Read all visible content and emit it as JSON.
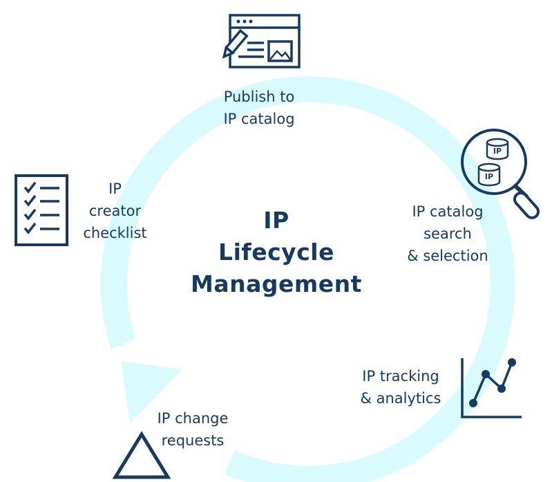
{
  "colors": {
    "cycle_ring": "#d9fbfd",
    "text": "#173a63",
    "icon": "#173a63"
  },
  "center": {
    "line1": "IP",
    "line2": "Lifecycle",
    "line3": "Management"
  },
  "stages": {
    "publish": {
      "line1": "Publish to",
      "line2": "IP catalog",
      "icon": "web-page-edit-icon"
    },
    "search": {
      "line1": "IP catalog",
      "line2": "search",
      "line3": "& selection",
      "icon": "magnifier-database-icon"
    },
    "tracking": {
      "line1": "IP tracking",
      "line2": "& analytics",
      "icon": "line-chart-icon"
    },
    "change": {
      "line1": "IP change",
      "line2": "requests",
      "icon": "delta-triangle-icon"
    },
    "checklist": {
      "line1": "IP",
      "line2": "creator",
      "line3": "checklist",
      "icon": "checklist-icon"
    }
  },
  "icon_badges": {
    "db_top": "IP",
    "db_bottom": "IP"
  }
}
